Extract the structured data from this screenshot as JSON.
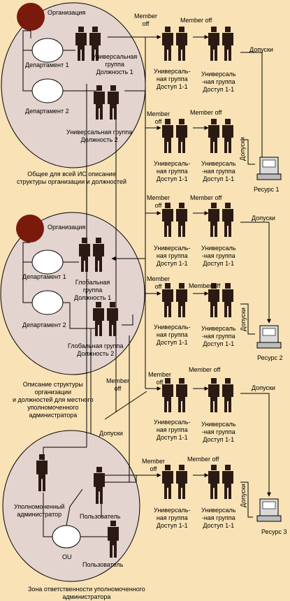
{
  "organization_label": "Организация",
  "dept1_label": "Департамент 1",
  "dept2_label": "Департамент 2",
  "ug_pos1_label": [
    "Универсальная",
    "группа",
    "Должность 1"
  ],
  "ug_pos2_label": [
    "Универсальная группа",
    "Должность 2"
  ],
  "common_description": [
    "Общее для всей  ИС описание",
    "структуры организации и должностей"
  ],
  "gg_pos1_label": [
    "Глобальная",
    "группа",
    "Должность 1"
  ],
  "gg_pos2_label": [
    "Глобальная группа",
    "Должность 2"
  ],
  "local_description": [
    "Описание структуры",
    "организации",
    "и должностей для местного",
    "уполномоченного",
    "администратора"
  ],
  "member_off_word": "Member off",
  "member_off_split": [
    "Member",
    "off"
  ],
  "access_group_label_a": [
    "Универсаль-",
    "ная группа",
    "Доступ 1-1"
  ],
  "access_group_label_b": [
    "Универсаль",
    "-ная группа",
    "Доступ 1-1"
  ],
  "access_label": "Допуски",
  "resource1_label": "Ресурс 1",
  "resource2_label": "Ресурс 2",
  "resource3_label": "Ресурс 3",
  "delegated_admin_label": [
    "Уполномоченный",
    "администратор"
  ],
  "user_label": "Пользователь",
  "ou_label": "OU",
  "zone_description": [
    "Зона ответственности уполномоченного",
    "администратора"
  ]
}
